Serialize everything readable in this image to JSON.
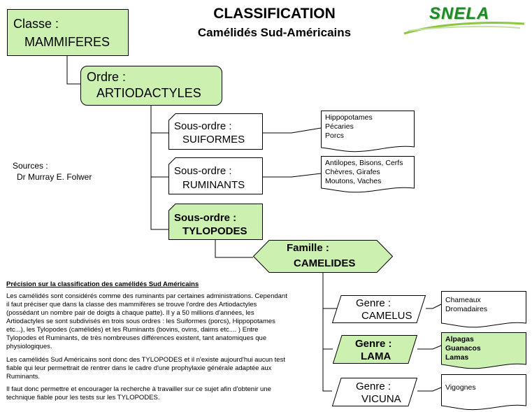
{
  "header": {
    "title": "CLASSIFICATION",
    "subtitle": "Camélidés Sud-Américains",
    "logo_text": "SNELA"
  },
  "nodes": {
    "classe": {
      "line1": "Classe :",
      "line2": "MAMMIFERES"
    },
    "ordre": {
      "line1": "Ordre :",
      "line2": "ARTIODACTYLES"
    },
    "suiformes": {
      "line1": "Sous-ordre :",
      "line2": "SUIFORMES"
    },
    "ruminants": {
      "line1": "Sous-ordre :",
      "line2": "RUMINANTS"
    },
    "tylopodes": {
      "line1": "Sous-ordre :",
      "line2": "TYLOPODES"
    },
    "famille": {
      "line1": "Famille :",
      "line2": "CAMELIDES"
    },
    "camelus": {
      "line1": "Genre :",
      "line2": "CAMELUS"
    },
    "lama": {
      "line1": "Genre :",
      "line2": "LAMA"
    },
    "vicuna": {
      "line1": "Genre :",
      "line2": "VICUNA"
    }
  },
  "documents": {
    "suiformes": [
      "Hippopotames",
      "Pécaries",
      "Porcs"
    ],
    "ruminants": [
      "Antilopes, Bisons, Cerfs",
      "Chèvres, Girafes",
      "Moutons, Vaches"
    ],
    "camelus": [
      "Chameaux",
      "Dromadaires"
    ],
    "lama": [
      "Alpagas",
      "Guanacos",
      "Lamas"
    ],
    "vicuna": [
      "Vigognes"
    ]
  },
  "sources": {
    "label": "Sources :",
    "author": "Dr Murray E. Folwer"
  },
  "precision": {
    "title": "Précision sur la classification des camélidés Sud Américains",
    "paragraphs": [
      "Les camélidés sont considérés comme des ruminants par certaines administrations. Cependant il faut préciser que dans la classe des mammifères se trouve l'ordre des Artiodactyles (possédant un nombre pair de doigts à chaque patte). Il y a 50 millions d'années, les Artiodactyles se sont subdivisés en trois sous ordres : les Suiformes (porcs), Hippopotames etc...), les Tylopodes (camélidés) et les Ruminants (bovins, ovins, daims etc.... ) Entre Tylopodes et Ruminants, de très nombreuses différences existent, tant anatomiques que physiologiques.",
      "Les camélidés Sud Américains sont donc des TYLOPODES et il n'existe aujourd'hui aucun test fiable qui leur permettrait de rentrer dans le cadre d'une prophylaxie générale adaptée aux Ruminants.",
      "Il faut donc permettre et encourager la recherche à travailler sur ce sujet afin d'obtenir une technique fiable pour les tests sur les TYLOPODES."
    ]
  },
  "colors": {
    "green_fill": "#ccf0b0",
    "logo_green": "#1d8a2a"
  }
}
